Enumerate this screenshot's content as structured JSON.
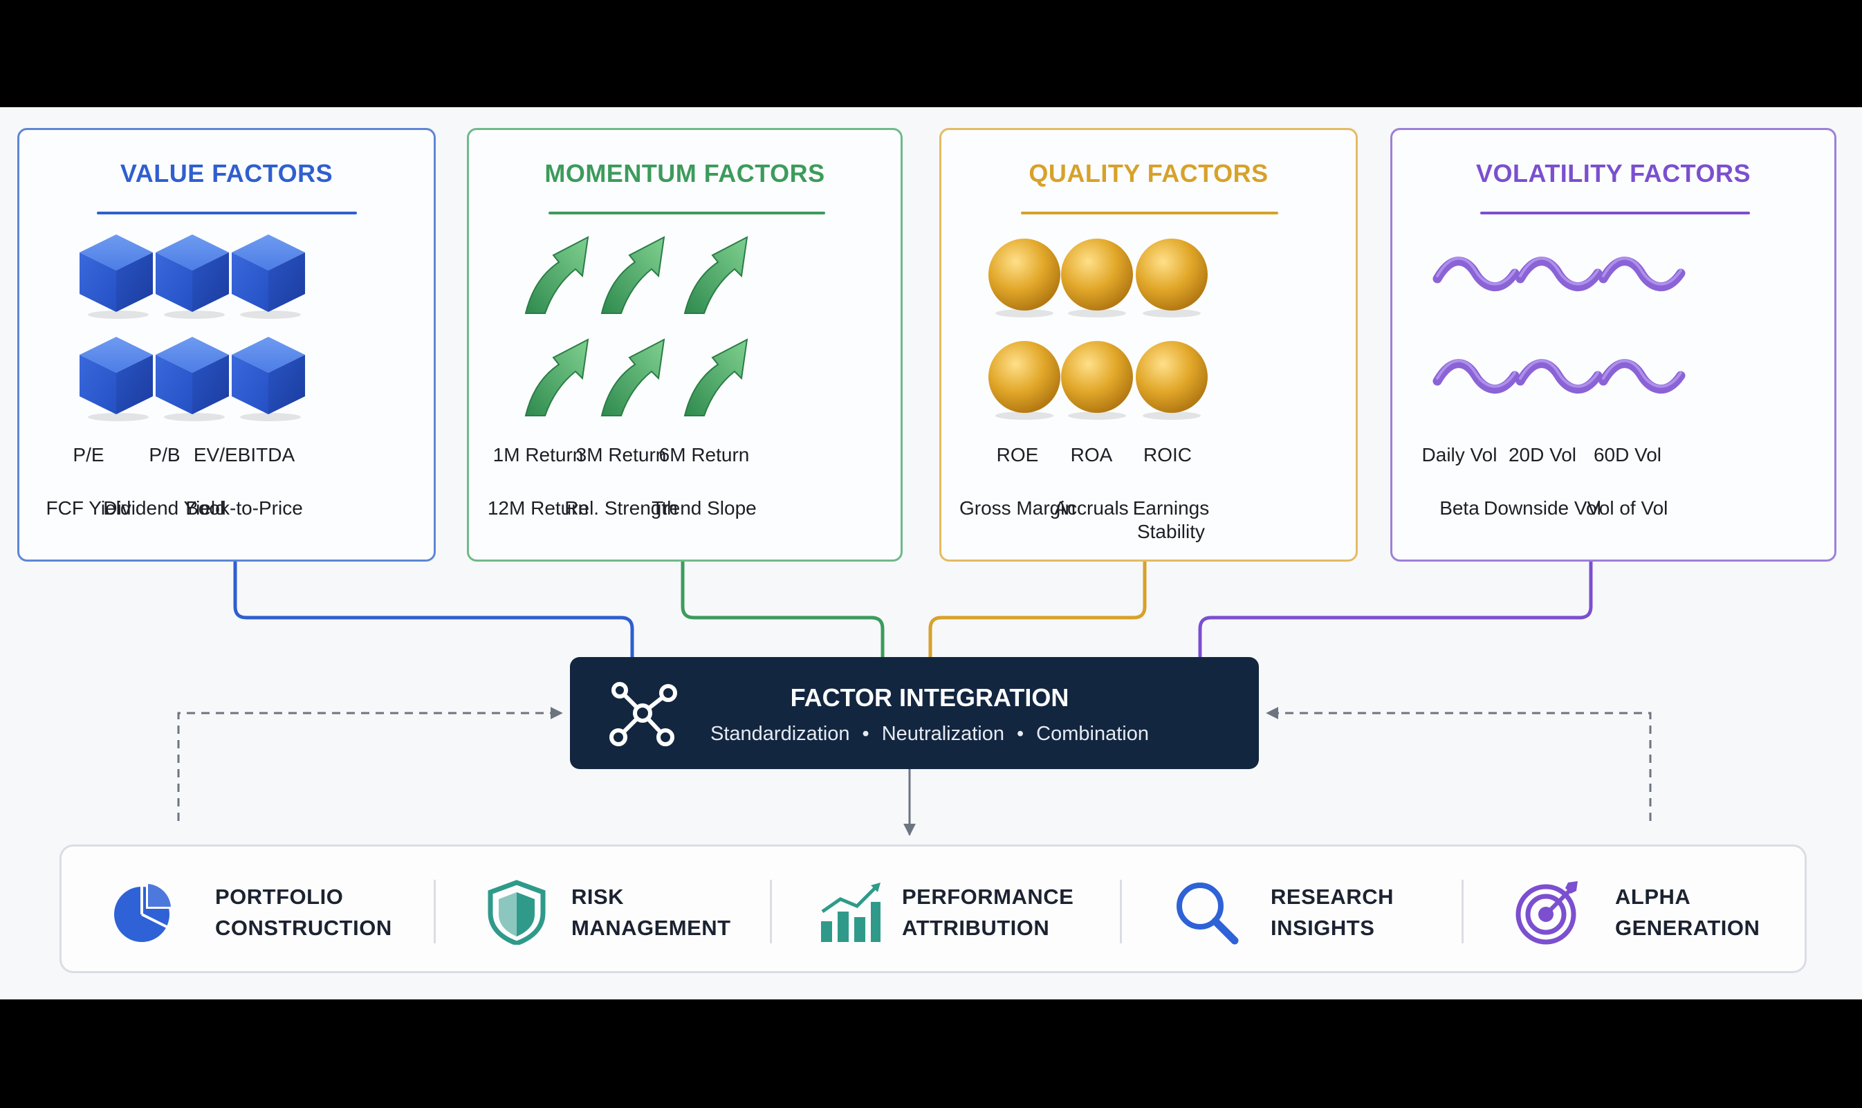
{
  "categories": [
    {
      "title": "VALUE FACTORS",
      "color": "#2f5fcf",
      "icon": "cube-icon",
      "metrics_row1": [
        "P/E",
        "P/B",
        "EV/EBITDA"
      ],
      "metrics_row2": [
        "FCF Yield",
        "Dividend Yield",
        "Book-to-Price"
      ]
    },
    {
      "title": "MOMENTUM FACTORS",
      "color": "#3c9b5c",
      "icon": "up-arrow-icon",
      "metrics_row1": [
        "1M Return",
        "3M Return",
        "6M Return"
      ],
      "metrics_row2": [
        "12M Return",
        "Rel. Strength",
        "Trend Slope"
      ]
    },
    {
      "title": "QUALITY FACTORS",
      "color": "#d7a12a",
      "icon": "sphere-icon",
      "metrics_row1": [
        "ROE",
        "ROA",
        "ROIC"
      ],
      "metrics_row2": [
        "Gross Margin",
        "Accruals",
        "Earnings Stability"
      ]
    },
    {
      "title": "VOLATILITY FACTORS",
      "color": "#7b4fcf",
      "icon": "wave-icon",
      "metrics_row1": [
        "Daily Vol",
        "20D Vol",
        "60D Vol"
      ],
      "metrics_row2": [
        "Beta",
        "Downside Vol",
        "Vol of Vol"
      ]
    }
  ],
  "integration": {
    "title": "FACTOR INTEGRATION",
    "steps": [
      "Standardization",
      "Neutralization",
      "Combination"
    ],
    "separator": "•",
    "icon": "network-icon"
  },
  "outputs": [
    {
      "line1": "PORTFOLIO",
      "line2": "CONSTRUCTION",
      "icon": "pie-chart-icon",
      "color": "#2e62d6"
    },
    {
      "line1": "RISK",
      "line2": "MANAGEMENT",
      "icon": "shield-icon",
      "color": "#2f9a8a"
    },
    {
      "line1": "PERFORMANCE",
      "line2": "ATTRIBUTION",
      "icon": "bar-chart-icon",
      "color": "#2f9a8a"
    },
    {
      "line1": "RESEARCH",
      "line2": "INSIGHTS",
      "icon": "magnifier-icon",
      "color": "#2e62d6"
    },
    {
      "line1": "ALPHA",
      "line2": "GENERATION",
      "icon": "target-icon",
      "color": "#7b4fcf"
    }
  ]
}
